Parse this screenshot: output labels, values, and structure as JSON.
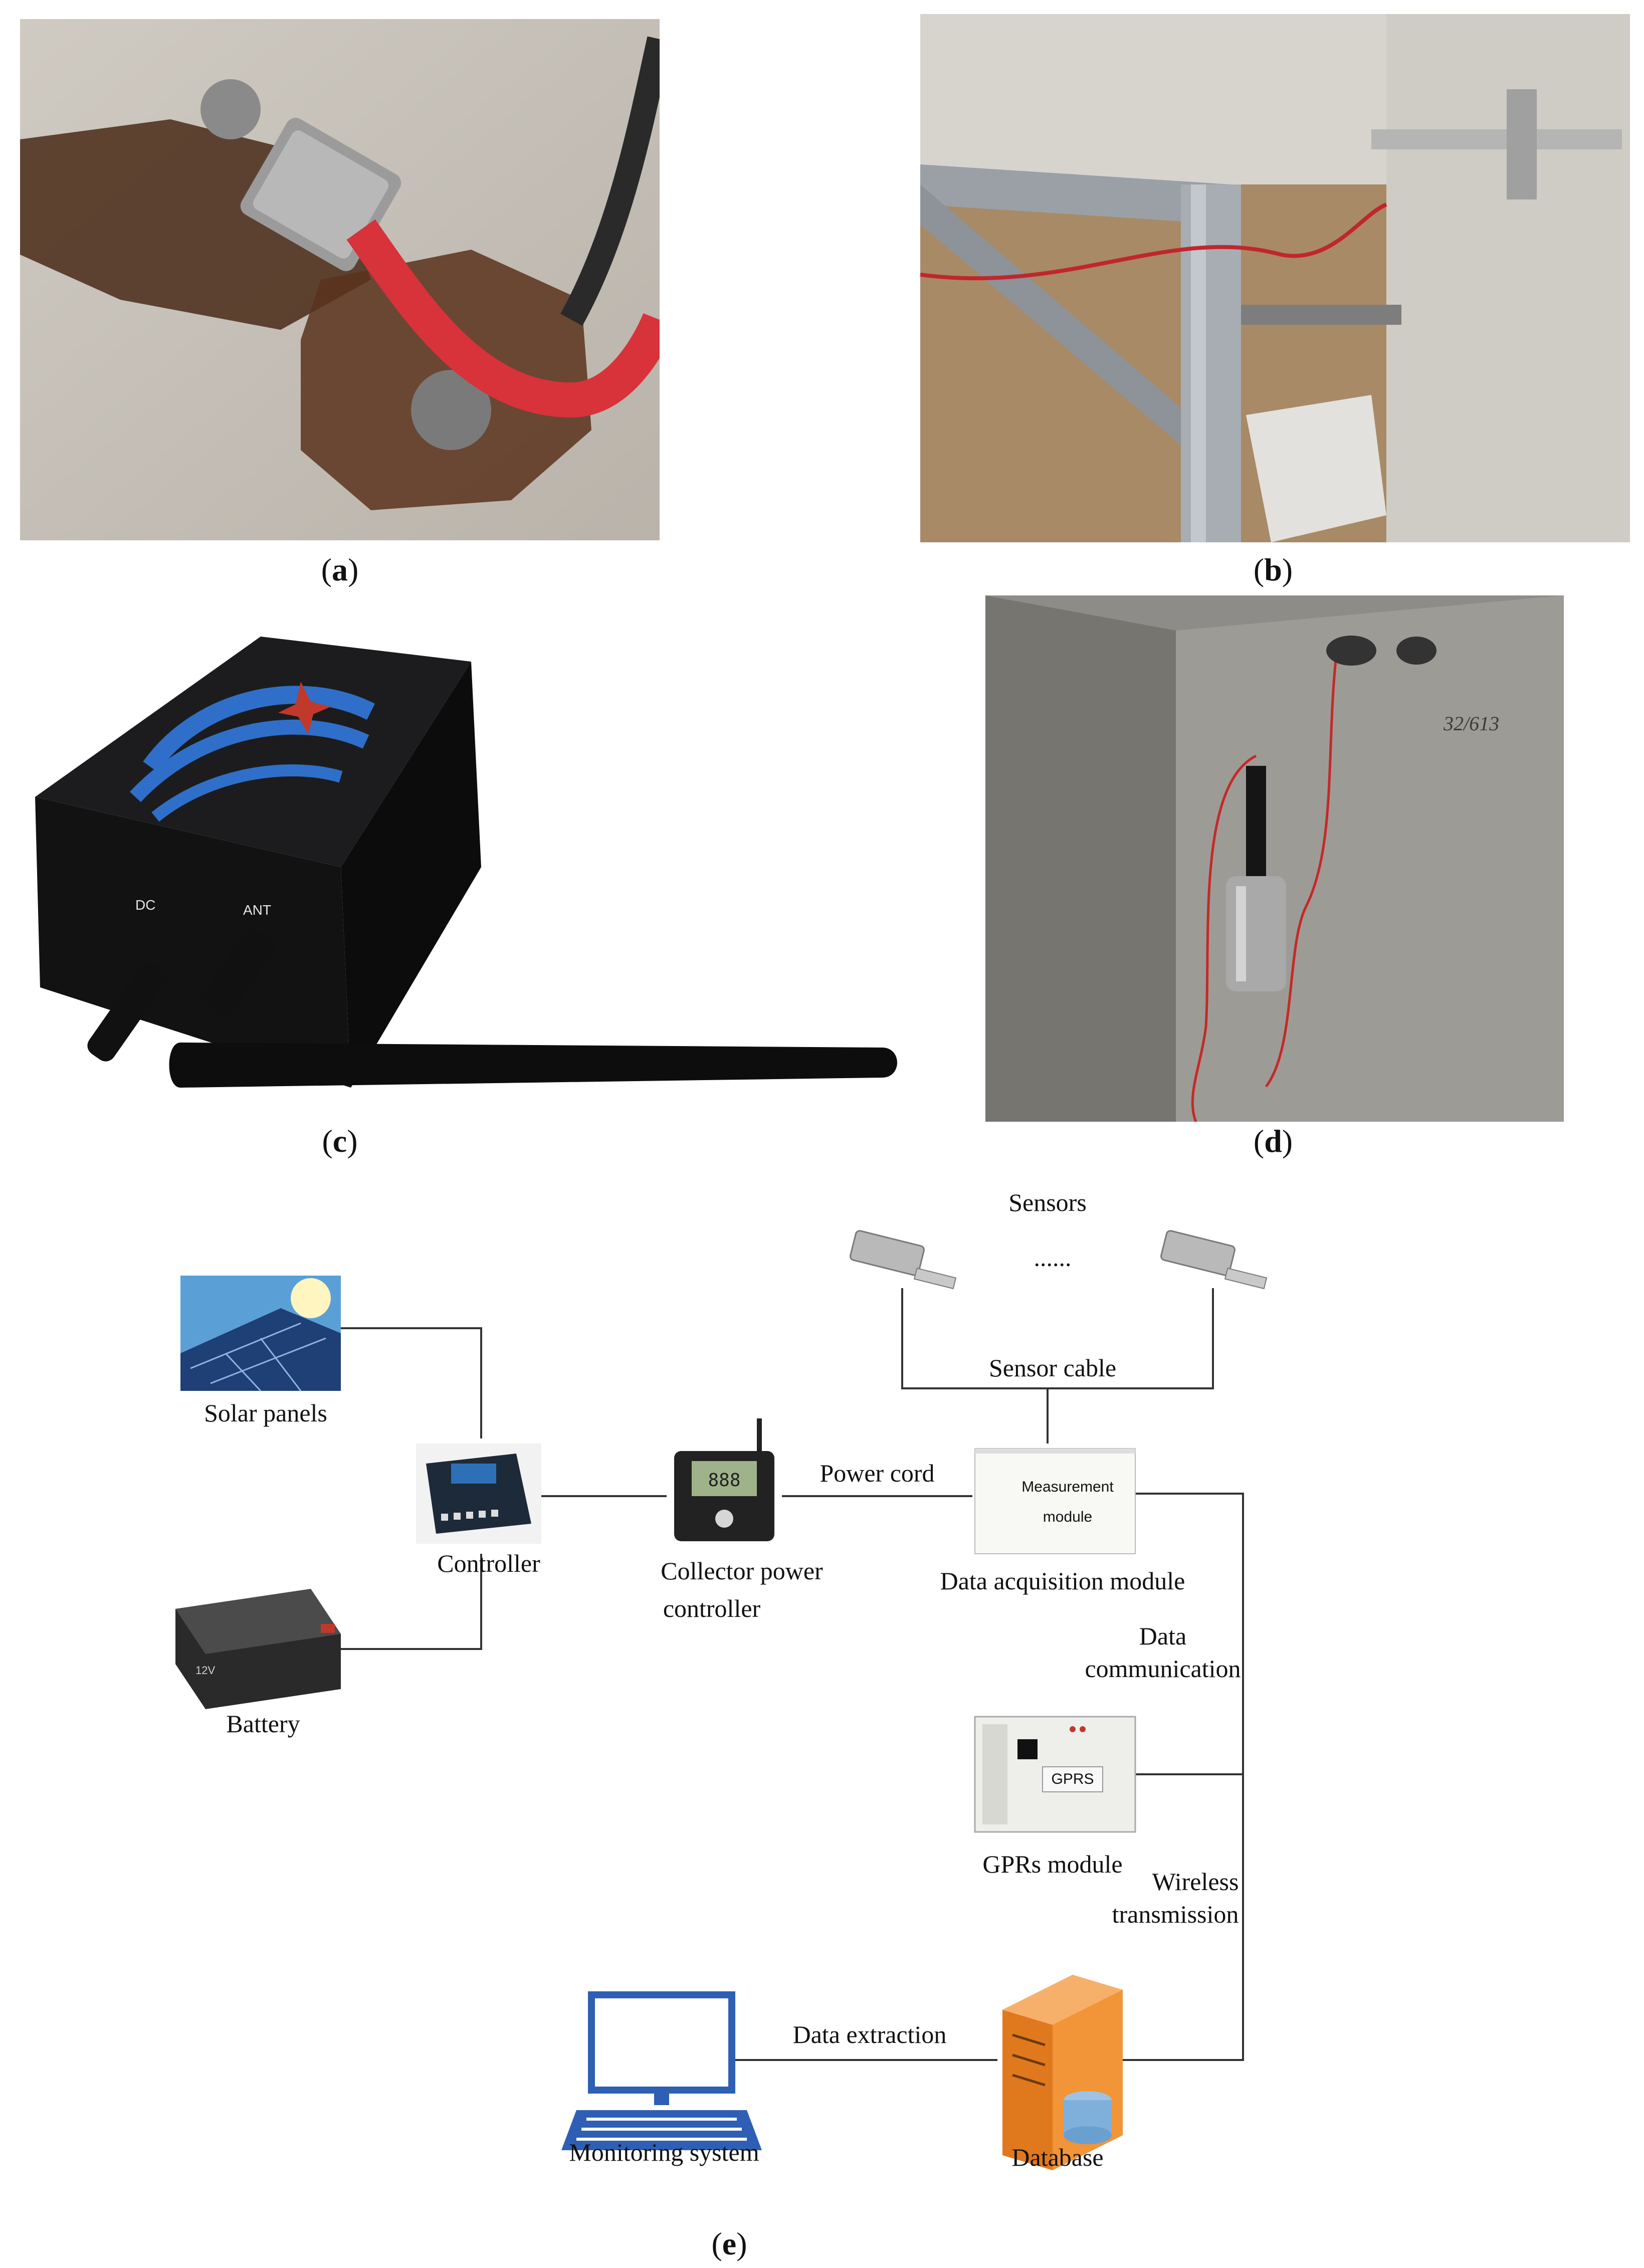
{
  "captions": {
    "a": "a",
    "b": "b",
    "c": "c",
    "d": "d",
    "e": "e"
  },
  "photo_c": {
    "port_dc": "DC",
    "port_ant": "ANT"
  },
  "photo_d": {
    "handwriting": "32/613"
  },
  "diagram": {
    "sensors": "Sensors",
    "ellipsis": "......",
    "sensor_cable": "Sensor cable",
    "solar_panels": "Solar panels",
    "controller": "Controller",
    "battery": "Battery",
    "collector_line1": "Collector power",
    "collector_line2": "controller",
    "power_cord": "Power cord",
    "measurement_line1": "Measurement",
    "measurement_line2": "module",
    "data_acquisition": "Data acquisition module",
    "data_comm_line1": "Data",
    "data_comm_line2": "communication",
    "gprs_label": "GPRS",
    "gprs_module": "GPRs module",
    "wireless_line1": "Wireless",
    "wireless_line2": "transmission",
    "data_extraction": "Data extraction",
    "monitoring_system": "Monitoring system",
    "database": "Database"
  }
}
